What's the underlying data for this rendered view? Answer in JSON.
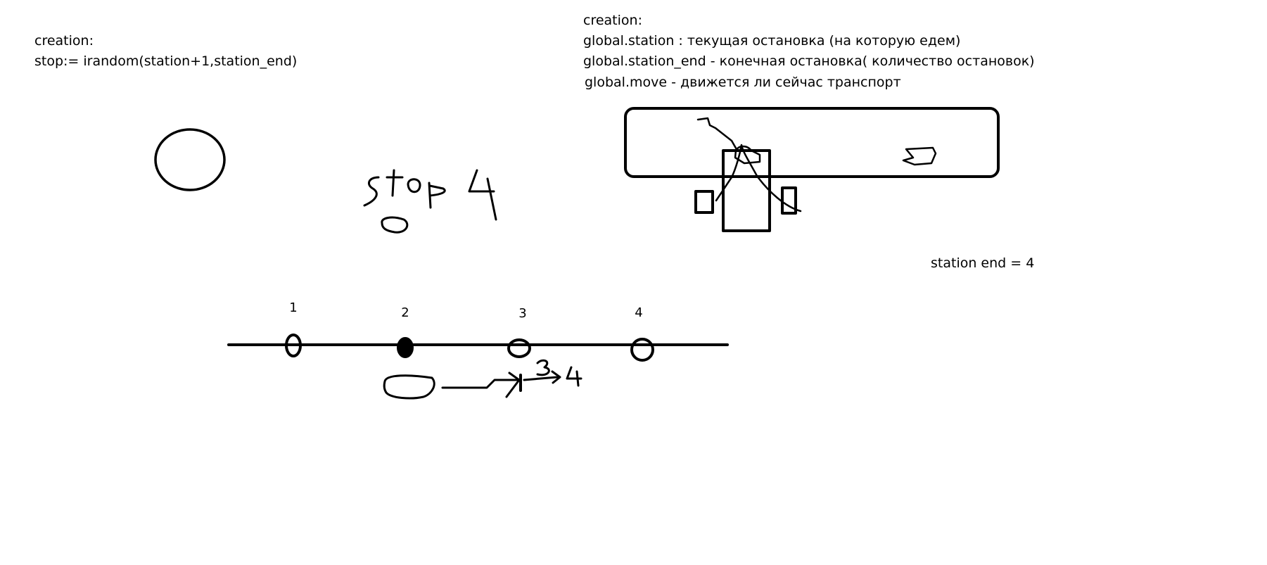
{
  "left_notes": {
    "heading": "creation:",
    "code": "stop:= irandom(station+1,station_end)"
  },
  "right_notes": {
    "heading": "creation:",
    "line_station": "global.station : текущая остановка (на которую едем)",
    "line_station_end": "global.station_end - конечная остановка( количество остановок)",
    "line_move": "global.move - движется ли сейчас транспорт"
  },
  "station_end_label": "station end = 4",
  "route": {
    "stations": [
      "1",
      "2",
      "3",
      "4"
    ]
  }
}
